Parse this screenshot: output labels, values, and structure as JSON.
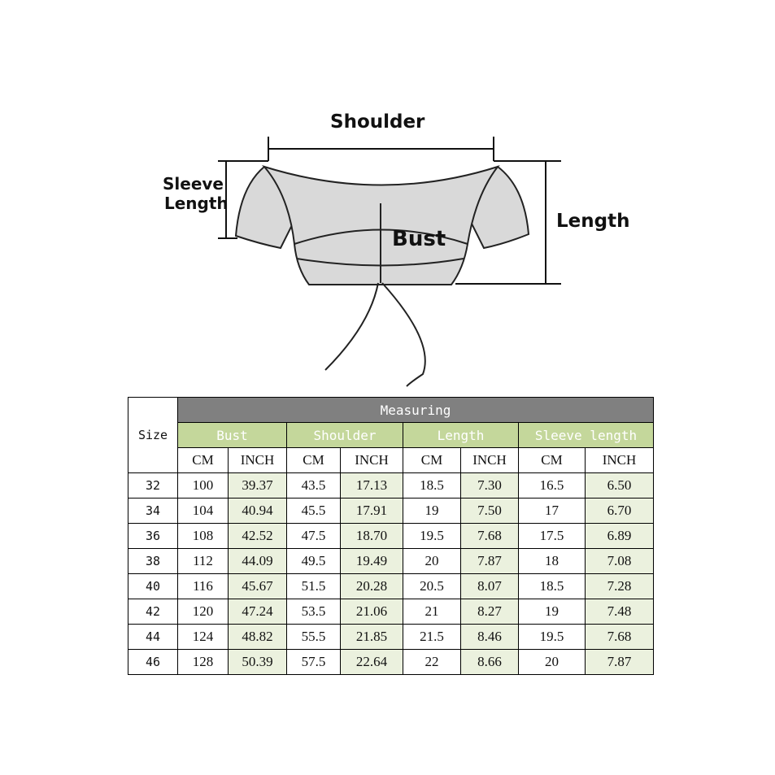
{
  "diagram": {
    "labels": {
      "shoulder": "Shoulder",
      "sleeve_length_1": "Sleeve",
      "sleeve_length_2": "Length",
      "length": "Length",
      "bust": "Bust"
    }
  },
  "colors": {
    "header_gray": "#808080",
    "group_green": "#c4d79b",
    "inch_fill": "#ebf1de"
  },
  "table": {
    "size_header": "Size",
    "title": "Measuring",
    "groups": [
      "Bust",
      "Shoulder",
      "Length",
      "Sleeve length"
    ],
    "units": [
      "CM",
      "INCH",
      "CM",
      "INCH",
      "CM",
      "INCH",
      "CM",
      "INCH"
    ],
    "rows": [
      [
        "32",
        "100",
        "39.37",
        "43.5",
        "17.13",
        "18.5",
        "7.30",
        "16.5",
        "6.50"
      ],
      [
        "34",
        "104",
        "40.94",
        "45.5",
        "17.91",
        "19",
        "7.50",
        "17",
        "6.70"
      ],
      [
        "36",
        "108",
        "42.52",
        "47.5",
        "18.70",
        "19.5",
        "7.68",
        "17.5",
        "6.89"
      ],
      [
        "38",
        "112",
        "44.09",
        "49.5",
        "19.49",
        "20",
        "7.87",
        "18",
        "7.08"
      ],
      [
        "40",
        "116",
        "45.67",
        "51.5",
        "20.28",
        "20.5",
        "8.07",
        "18.5",
        "7.28"
      ],
      [
        "42",
        "120",
        "47.24",
        "53.5",
        "21.06",
        "21",
        "8.27",
        "19",
        "7.48"
      ],
      [
        "44",
        "124",
        "48.82",
        "55.5",
        "21.85",
        "21.5",
        "8.46",
        "19.5",
        "7.68"
      ],
      [
        "46",
        "128",
        "50.39",
        "57.5",
        "22.64",
        "22",
        "8.66",
        "20",
        "7.87"
      ]
    ]
  }
}
